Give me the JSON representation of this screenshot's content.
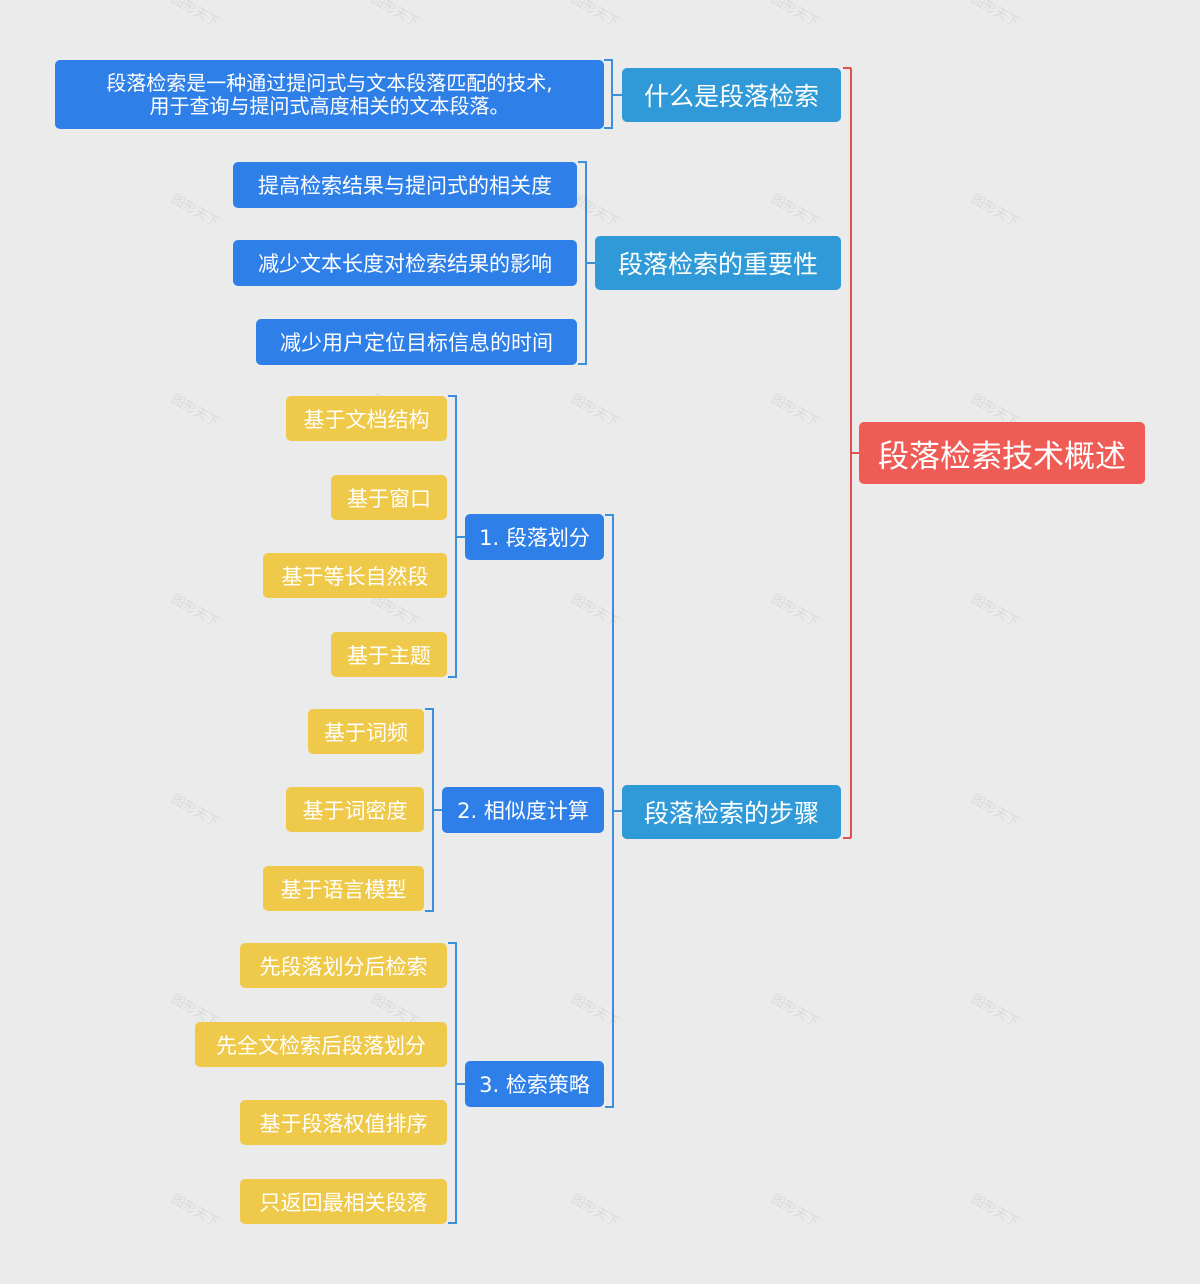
{
  "mindmap": {
    "root": {
      "label": "段落检索技术概述"
    },
    "branches": [
      {
        "label": "什么是段落检索",
        "description_lines": [
          "段落检索是一种通过提问式与文本段落匹配的技术,",
          "用于查询与提问式高度相关的文本段落。"
        ]
      },
      {
        "label": "段落检索的重要性",
        "children": [
          "提高检索结果与提问式的相关度",
          "减少文本长度对检索结果的影响",
          "减少用户定位目标信息的时间"
        ]
      },
      {
        "label": "段落检索的步骤",
        "children": [
          {
            "label": "1. 段落划分",
            "children": [
              "基于文档结构",
              "基于窗口",
              "基于等长自然段",
              "基于主题"
            ]
          },
          {
            "label": "2. 相似度计算",
            "children": [
              "基于词频",
              "基于词密度",
              "基于语言模型"
            ]
          },
          {
            "label": "3. 检索策略",
            "children": [
              "先段落划分后检索",
              "先全文检索后段落划分",
              "基于段落权值排序",
              "只返回最相关段落"
            ]
          }
        ]
      }
    ]
  },
  "watermark": "图形天下",
  "colors": {
    "background": "#ebebeb",
    "root": "#ef5b55",
    "branch": "#2f9ad7",
    "sub_branch": "#2f7fe8",
    "leaf": "#efc94a",
    "root_connector": "#e0524c",
    "branch_connector": "#3b8fdd"
  }
}
